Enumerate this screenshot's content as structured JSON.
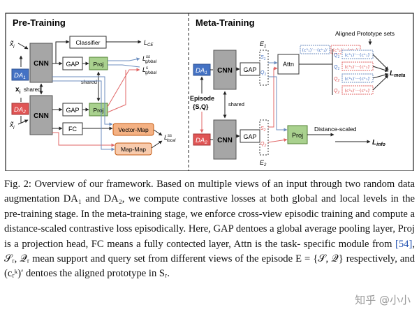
{
  "colors": {
    "cnn_gray": "#a6a6a6",
    "proj_green": "#a9d18e",
    "da_blue": "#4472c4",
    "da_red": "#e05555",
    "vector_map_fill": "#f4b183",
    "map_map_fill": "#f8cbad",
    "arrow_blue": "#6c8ebf",
    "arrow_red": "#e06666"
  },
  "pretraining": {
    "title": "Pre-Training",
    "da1": "DA",
    "da1_sub": "1",
    "da2": "DA",
    "da2_sub": "2",
    "xi_top": "x̃",
    "xi_top_sub": "i",
    "xi": "x",
    "xi_sub": "i",
    "xi_shared": "shared",
    "xi_bottom": "x̃",
    "xi_bottom_sub": "i",
    "cnn": "CNN",
    "gap": "GAP",
    "proj": "Proj",
    "shared": "shared",
    "fc": "FC",
    "classifier": "Classifier",
    "vector_map": "Vector-Map",
    "map_map": "Map-Map",
    "loss_ce": "L",
    "loss_ce_sub": "CE",
    "loss_global_1": "L",
    "loss_global_1_sup": "ss",
    "loss_global_1_sub": "global",
    "loss_global_2": "L",
    "loss_global_2_sup": "s",
    "loss_global_2_sub": "global",
    "loss_local": "L",
    "loss_local_sup": "ss",
    "loss_local_sub": "local"
  },
  "metatraining": {
    "title": "Meta-Training",
    "da1": "DA",
    "da1_sub": "1",
    "da2": "DA",
    "da2_sub": "2",
    "episode_label": "Episode",
    "episode_set": "{S,Q}",
    "cnn": "CNN",
    "shared": "shared",
    "gap": "GAP",
    "e1": "E",
    "e1_sub": "1",
    "e2": "E",
    "e2_sub": "2",
    "s1": "S",
    "s1_sub": "1",
    "q1": "Q",
    "q1_sub": "1",
    "s2": "S",
    "s2_sub": "2",
    "q2": "Q",
    "q2_sub": "2",
    "attn": "Attn",
    "proj": "Proj",
    "aligned_label": "Aligned Prototype sets",
    "proto_rows": [
      {
        "q": "Q",
        "q_sub": "1",
        "text": "(c¹₁)′···(cᵏ₁)′"
      },
      {
        "q": "Q",
        "q_sub": "1",
        "text": "(c¹₂)′···(cᵏ₂)′"
      },
      {
        "q": "Q",
        "q_sub": "2",
        "text": "(c¹₁)′···(cᵏ₁)′"
      },
      {
        "q": "Q",
        "q_sub": "2",
        "text": "(c¹₂)′···(cᵏ₂)′"
      }
    ],
    "top_proto_pair": [
      "(c¹₁)′···(cᵏ₁)′",
      "(c¹₂)′···(cᵏ₂)′"
    ],
    "loss_meta": "L",
    "loss_meta_sub": "meta",
    "distance_label": "Distance-scaled",
    "loss_info": "L",
    "loss_info_sub": "info"
  },
  "caption": {
    "fig_label": "Fig. 2:",
    "lines": [
      "Overview of our framework. Based on multiple views of an input through",
      "two random data augmentation DA₁ and DA₂, we compute contrastive losses",
      "at both global and local levels in the pre-training stage. In the meta-training",
      "stage, we enforce cross-view episodic training and compute a distance-scaled",
      "contrastive loss episodically. Here, GAP dentoes a global average pooling layer,",
      "Proj is a projection head, FC means a fully contected layer, Attn is the task-",
      "specific module from",
      "[54]",
      ", 𝒮ᵣ, 𝒬ᵣ mean support and query set from different views",
      "of the episode E = {𝒮, 𝒬} respectively, and (cᵣᵏ)′ dentoes the aligned prototype",
      "in Sᵣ."
    ]
  },
  "watermark": "知乎 @小小"
}
